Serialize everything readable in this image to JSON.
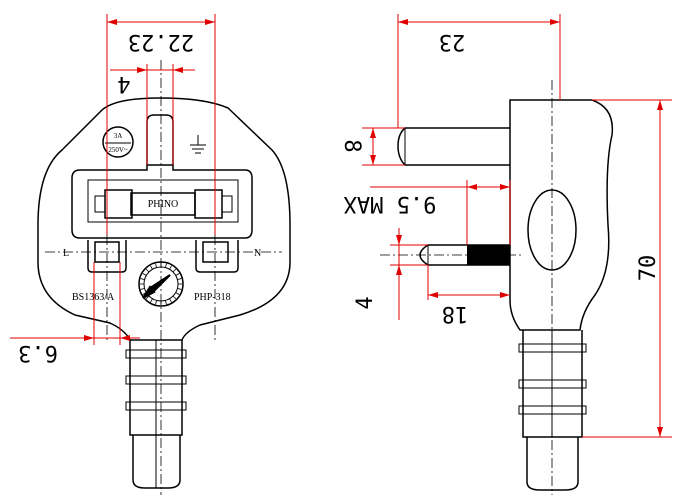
{
  "front_view": {
    "fuse_rating": "3A",
    "voltage_rating": "250V~",
    "fuse_label": "PHINO",
    "live_label": "L",
    "neutral_label": "N",
    "standard_label": "BS1363/A",
    "model_label": "PHP-318",
    "dim_width": "22.23",
    "dim_earth_pin": "4",
    "dim_pin_width": "6.3"
  },
  "side_view": {
    "dim_top": "23",
    "dim_pin_height": "8",
    "dim_max": "9.5 MAX",
    "dim_bottom_pin": "4",
    "dim_insulation": "18",
    "dim_total": "70"
  },
  "colors": {
    "dimension": "#e00000",
    "outline": "#000000"
  }
}
